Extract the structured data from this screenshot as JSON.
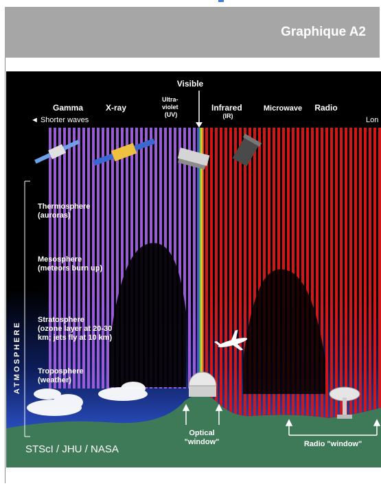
{
  "header": {
    "title": "Graphique A2"
  },
  "diagram": {
    "visible_label": "Visible",
    "bands": [
      {
        "label": "Gamma"
      },
      {
        "label": "X-ray"
      },
      {
        "label": "Ultra-\nviolet\n(UV)"
      },
      {
        "label": "Infrared\n(IR)"
      },
      {
        "label": "Microwave"
      },
      {
        "label": "Radio"
      }
    ],
    "shorter_waves": "◄ Shorter waves",
    "longer_waves": "Lon",
    "layers": [
      {
        "label": "Thermosphere\n(auroras)"
      },
      {
        "label": "Mesosphere\n(meteors burn up)"
      },
      {
        "label": "Stratosphere\n(ozone layer at 20-30\nkm; jets fly at 10 km)"
      },
      {
        "label": "Troposphere\n(weather)"
      }
    ],
    "atmosphere_label": "ATMOSPHERE",
    "optical_window": "Optical\n\"window\"",
    "radio_window": "Radio \"window\"",
    "credit": "STScI / JHU / NASA",
    "colors": {
      "sky_top": "#000000",
      "sky_bottom": "#2b52c8",
      "purple_stripe": "#9a5bd6",
      "red_stripe": "#d51616",
      "ground": "#3f7a58"
    }
  }
}
